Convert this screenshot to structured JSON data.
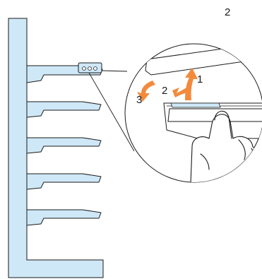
{
  "figure": {
    "step_number": "2",
    "callouts": {
      "lift_step": "1",
      "slide_step": "2",
      "rotate_step": "3"
    }
  },
  "colors": {
    "shelf_fill": "#cfe8f7",
    "outline": "#1a1a1a",
    "arrow": "#f28a3c",
    "background": "#ffffff"
  },
  "icons": {
    "lift_arrow": "curved-arrow-up-icon",
    "slide_arrow": "arrow-left-icon",
    "rotate_arrow": "curved-arrow-down-icon",
    "hand": "hand-icon"
  }
}
